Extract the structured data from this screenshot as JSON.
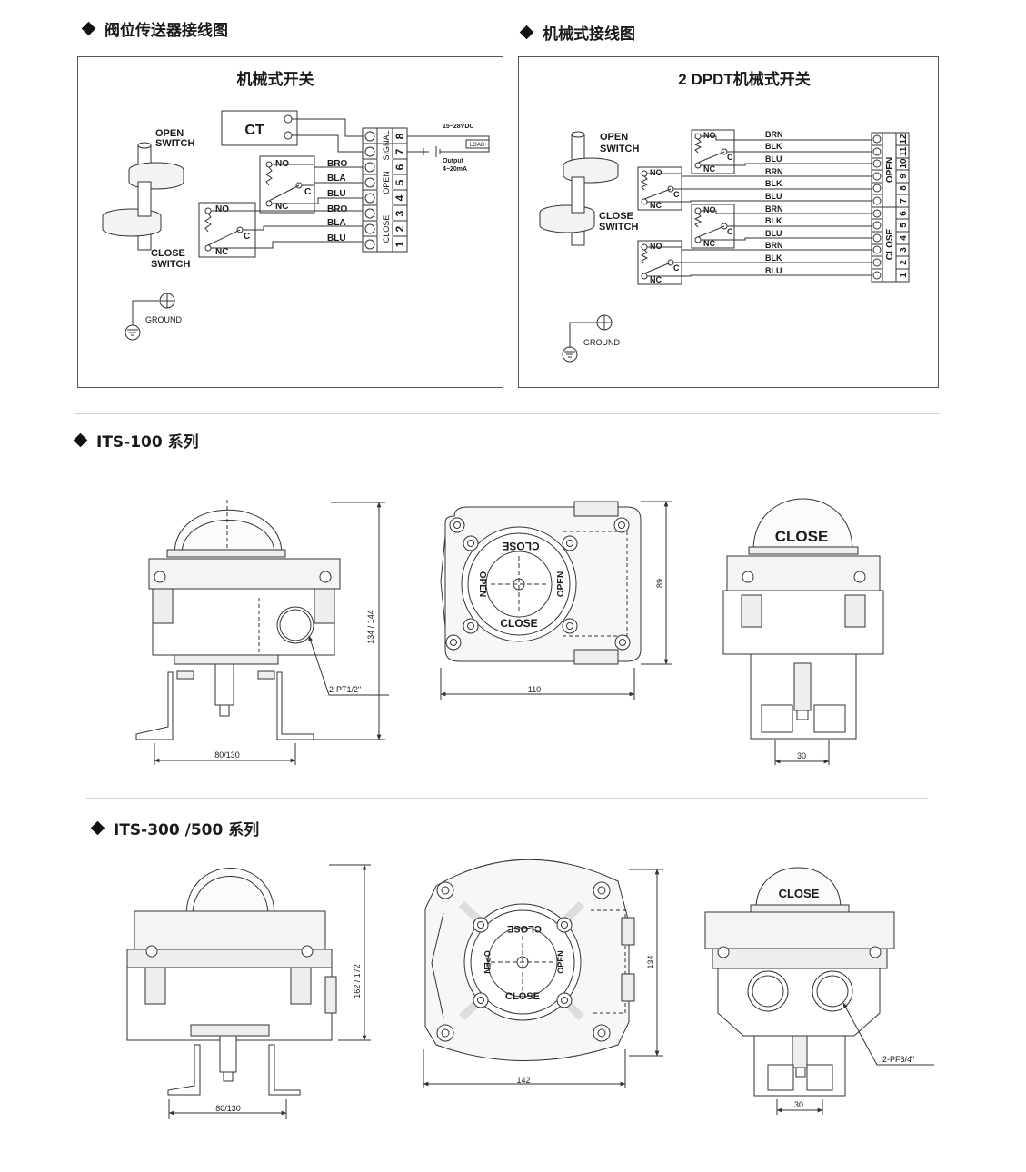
{
  "sections": {
    "h1": "阀位传送器接线图",
    "h2": "机械式接线图",
    "h3": "ITS-100 系列",
    "h4": "ITS-300 /500 系列"
  },
  "panel1": {
    "title": "机械式开关",
    "ct": "CT",
    "open_switch": [
      "OPEN",
      "SWITCH"
    ],
    "close_switch": [
      "CLOSE",
      "SWITCH"
    ],
    "no": "NO",
    "nc": "NC",
    "c": "C",
    "wires": [
      "BRO",
      "BLA",
      "BLU"
    ],
    "group_signal": "SIGNAL",
    "group_open": "OPEN",
    "group_close": "CLOSE",
    "terminals": [
      "8",
      "7",
      "6",
      "5",
      "4",
      "3",
      "2",
      "1"
    ],
    "vdc": "15~28VDC",
    "load": "LOAD",
    "output": [
      "Output",
      "4~20mA"
    ],
    "ground": "GROUND"
  },
  "panel2": {
    "title": "2 DPDT机械式开关",
    "open_switch": [
      "OPEN",
      "SWITCH"
    ],
    "close_switch": [
      "CLOSE",
      "SWITCH"
    ],
    "wires": [
      "BRN",
      "BLK",
      "BLU"
    ],
    "group_open": "OPEN",
    "group_close": "CLOSE",
    "terminals": [
      "12",
      "11",
      "10",
      "9",
      "8",
      "7",
      "6",
      "5",
      "4",
      "3",
      "2",
      "1"
    ],
    "ground": "GROUND"
  },
  "its100": {
    "height": "134 / 144",
    "port": "2-PT1/2\"",
    "width_bracket": "80/130",
    "top_width": "110",
    "top_depth": "89",
    "shaft": "30",
    "dome_label": "CLOSE",
    "dial_open": "OPEN",
    "dial_close": "CLOSE"
  },
  "its300": {
    "height": "162 / 172",
    "width_bracket": "80/130",
    "top_width": "142",
    "top_depth": "134",
    "port": "2-PF3/4\"",
    "shaft": "30",
    "dome_label": "CLOSE",
    "dial_open": "OPEN",
    "dial_close": "CLOSE"
  }
}
